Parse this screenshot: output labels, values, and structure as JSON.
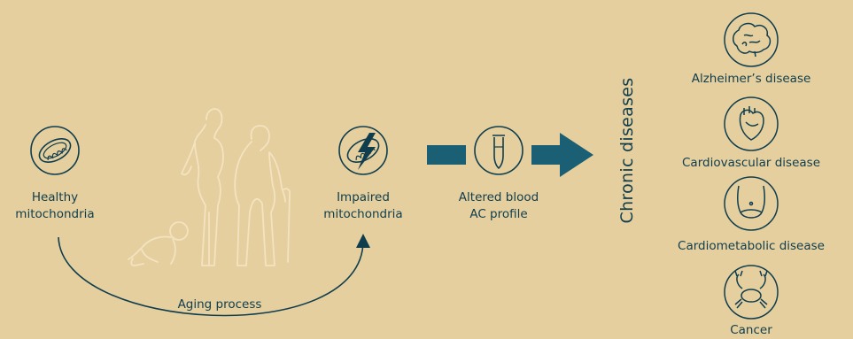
{
  "nodes": {
    "healthy": {
      "line1": "Healthy",
      "line2": "mitochondria"
    },
    "impaired": {
      "line1": "Impaired",
      "line2": "mitochondria"
    },
    "blood": {
      "line1": "Altered blood",
      "line2": "AC profile"
    }
  },
  "aging_label": "Aging process",
  "category_label": "Chronic diseases",
  "diseases": {
    "alzheimers": "Alzheimer’s disease",
    "cardiovascular": "Cardiovascular disease",
    "cardiometabolic": "Cardiometabolic disease",
    "cancer": "Cancer"
  },
  "colors": {
    "background": "#e5cf9e",
    "line": "#0f3d4e",
    "arrow": "#1a5f73",
    "silhouette": "#f3e3c1"
  },
  "icons": [
    "mitochondria-icon",
    "damaged-mitochondria-icon",
    "test-tube-icon",
    "brain-icon",
    "heart-icon",
    "abdomen-icon",
    "crab-icon"
  ]
}
